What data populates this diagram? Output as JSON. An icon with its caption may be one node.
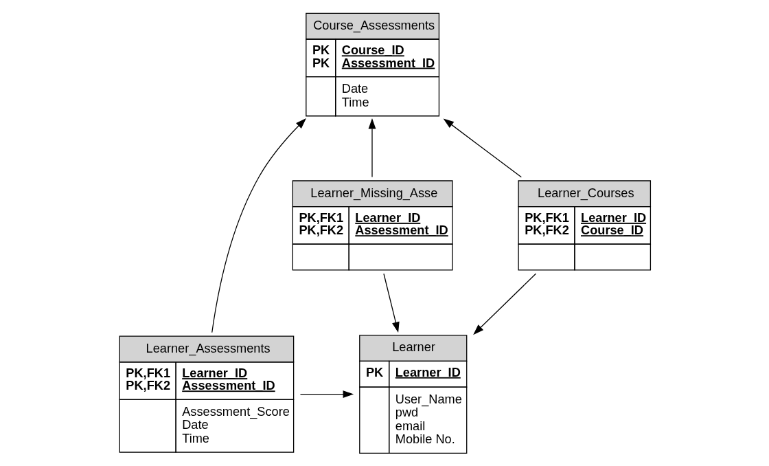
{
  "diagram": {
    "nodes": [
      {
        "text": [
          "Course_Assessments",
          "PK",
          "PK",
          "Course_ID",
          "Assessment_ID",
          "Date",
          "Time"
        ]
      },
      {
        "text": [
          "Learner_Missing_Asse",
          "PK,FK1",
          "PK,FK2",
          "Learner_ID",
          "Assessment_ID"
        ]
      },
      {
        "text": [
          "Learner_Courses",
          "PK,FK1",
          "PK,FK2",
          "Learner_ID",
          "Course_ID"
        ]
      },
      {
        "text": [
          "Learner",
          "PK",
          "Learner_ID",
          "User_Name",
          "pwd",
          "email",
          "Mobile No."
        ]
      },
      {
        "text": [
          "Learner_Assessments",
          "PK,FK1",
          "PK,FK2",
          "Learner_ID",
          "Assessment_ID",
          "Assessment_Score",
          "Date",
          "Time"
        ]
      }
    ],
    "edges": [
      {
        "from": 1,
        "to": 0,
        "arrow": "to"
      },
      {
        "from": 1,
        "to": 3,
        "arrow": "to"
      },
      {
        "from": 2,
        "to": 0,
        "arrow": "to"
      },
      {
        "from": 2,
        "to": 3,
        "arrow": "to"
      },
      {
        "from": 4,
        "to": 0,
        "arrow": "to"
      },
      {
        "from": 4,
        "to": 3,
        "arrow": "to"
      }
    ]
  }
}
